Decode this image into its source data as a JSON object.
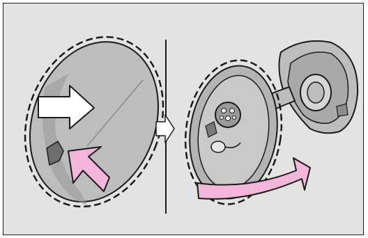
{
  "figure": {
    "panels": [
      {
        "id": "step-1",
        "subject": "charge-port-lid-closed"
      },
      {
        "id": "step-2",
        "subject": "charge-port-lid-open"
      }
    ],
    "colors": {
      "background": "#e3e3e3",
      "outline": "#1a1a1a",
      "lid": "#bdbdbd",
      "lid_dark": "#9a9a9a",
      "press_arrow": "#f4b6d8",
      "push_arrow": "#ffffff",
      "swing_arrow": "#f4b6d8"
    },
    "icons": [
      "push-arrow-icon",
      "press-arrow-icon",
      "next-step-arrow-icon",
      "swing-open-arrow-icon"
    ]
  }
}
